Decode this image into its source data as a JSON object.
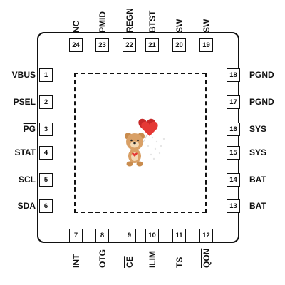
{
  "package": {
    "pins": [
      {
        "num": "1",
        "name": "VBUS",
        "side": "left",
        "overline": false
      },
      {
        "num": "2",
        "name": "PSEL",
        "side": "left",
        "overline": false
      },
      {
        "num": "3",
        "name": "PG",
        "side": "left",
        "overline": true
      },
      {
        "num": "4",
        "name": "STAT",
        "side": "left",
        "overline": false
      },
      {
        "num": "5",
        "name": "SCL",
        "side": "left",
        "overline": false
      },
      {
        "num": "6",
        "name": "SDA",
        "side": "left",
        "overline": false
      },
      {
        "num": "7",
        "name": "INT",
        "side": "bottom",
        "overline": false
      },
      {
        "num": "8",
        "name": "OTG",
        "side": "bottom",
        "overline": false
      },
      {
        "num": "9",
        "name": "CE",
        "side": "bottom",
        "overline": true
      },
      {
        "num": "10",
        "name": "ILIM",
        "side": "bottom",
        "overline": false
      },
      {
        "num": "11",
        "name": "TS",
        "side": "bottom",
        "overline": false
      },
      {
        "num": "12",
        "name": "QON",
        "side": "bottom",
        "overline": true
      },
      {
        "num": "13",
        "name": "BAT",
        "side": "right",
        "overline": false
      },
      {
        "num": "14",
        "name": "BAT",
        "side": "right",
        "overline": false
      },
      {
        "num": "15",
        "name": "SYS",
        "side": "right",
        "overline": false
      },
      {
        "num": "16",
        "name": "SYS",
        "side": "right",
        "overline": false
      },
      {
        "num": "17",
        "name": "PGND",
        "side": "right",
        "overline": false
      },
      {
        "num": "18",
        "name": "PGND",
        "side": "right",
        "overline": false
      },
      {
        "num": "19",
        "name": "SW",
        "side": "top",
        "overline": false
      },
      {
        "num": "20",
        "name": "SW",
        "side": "top",
        "overline": false
      },
      {
        "num": "21",
        "name": "BTST",
        "side": "top",
        "overline": false
      },
      {
        "num": "22",
        "name": "REGN",
        "side": "top",
        "overline": false
      },
      {
        "num": "23",
        "name": "PMID",
        "side": "top",
        "overline": false
      },
      {
        "num": "24",
        "name": "NC",
        "side": "top",
        "overline": false
      }
    ]
  },
  "mascot": {
    "icon": "teddy-bear-heart-balloon-icon",
    "heart_color": "#e53935",
    "bear_color": "#d9a066"
  }
}
